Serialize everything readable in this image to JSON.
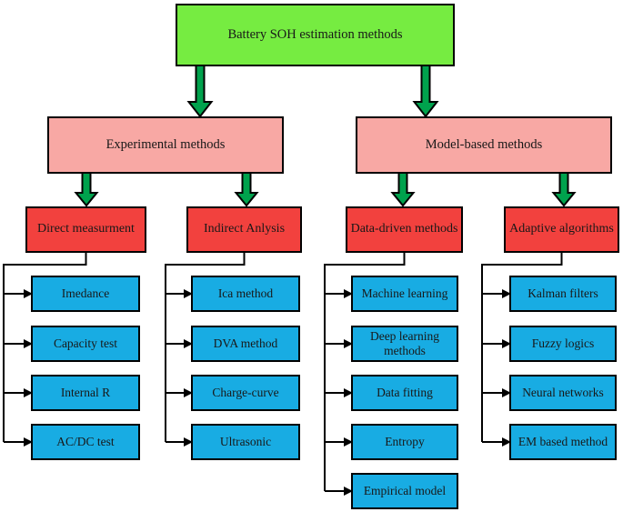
{
  "root": {
    "label": "Battery SOH estimation methods"
  },
  "branches": [
    {
      "label": "Experimental methods"
    },
    {
      "label": "Model-based methods"
    }
  ],
  "categories": [
    {
      "label": "Direct measurment",
      "items": [
        "Imedance",
        "Capacity test",
        "Internal R",
        "AC/DC test"
      ]
    },
    {
      "label": "Indirect Anlysis",
      "items": [
        "Ica method",
        "DVA method",
        "Charge-curve",
        "Ultrasonic"
      ]
    },
    {
      "label": "Data-driven methods",
      "items": [
        "Machine learning",
        "Deep learning methods",
        "Data fitting",
        "Entropy",
        "Empirical model"
      ]
    },
    {
      "label": "Adaptive algorithms",
      "items": [
        "Kalman filters",
        "Fuzzy logics",
        "Neural networks",
        "EM based method"
      ]
    }
  ],
  "colors": {
    "root": "#76ec41",
    "branch": "#f8a8a4",
    "category": "#f2413e",
    "leaf": "#18ace3",
    "arrow": "#00a24d",
    "line": "#000000"
  }
}
